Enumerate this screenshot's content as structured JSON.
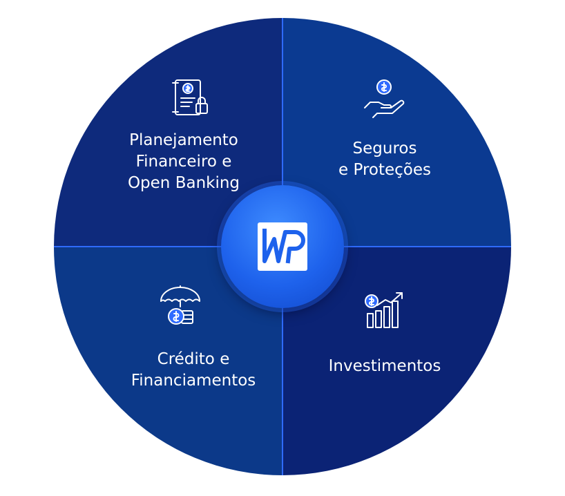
{
  "colors": {
    "top_left": "#0e2a7c",
    "top_right": "#0b3a91",
    "bottom_left": "#0c3989",
    "bottom_right": "#0b2375",
    "divider": "#2f6bff",
    "hub": "#1e62ec",
    "text": "#ffffff"
  },
  "quadrants": [
    {
      "id": "planejamento",
      "icon": "financial-document-lock-icon",
      "lines": [
        "Planejamento",
        "Financeiro e",
        "Open Banking"
      ]
    },
    {
      "id": "seguros",
      "icon": "hand-holding-coin-icon",
      "lines": [
        "Seguros",
        "e Proteções"
      ]
    },
    {
      "id": "credito",
      "icon": "umbrella-coin-icon",
      "lines": [
        "Crédito e",
        "Financiamentos"
      ]
    },
    {
      "id": "investimentos",
      "icon": "coin-growth-chart-icon",
      "lines": [
        "Investimentos"
      ]
    }
  ]
}
